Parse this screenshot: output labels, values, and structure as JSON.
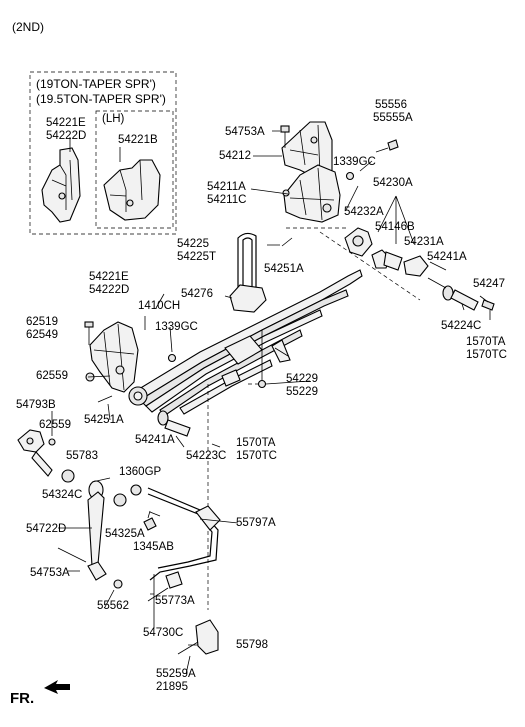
{
  "header": {
    "variant": "(2ND)"
  },
  "inset": {
    "title_line1": "(19TON-TAPER SPR')",
    "title_line2": "(19.5TON-TAPER SPR')",
    "lh_note": "(LH)"
  },
  "labels": {
    "p54221E_a": "54221E",
    "p54222D_a": "54222D",
    "p54221B": "54221B",
    "p55556": "55556",
    "p55555A": "55555A",
    "p54753A_top": "54753A",
    "p54212": "54212",
    "p1339GC_top": "1339GC",
    "p54211A": "54211A",
    "p54211C": "54211C",
    "p54230A": "54230A",
    "p54232A": "54232A",
    "p54146B": "54146B",
    "p54231A": "54231A",
    "p54225": "54225",
    "p54225T": "54225T",
    "p54251A_top": "54251A",
    "p54241A_right": "54241A",
    "p54247": "54247",
    "p54276": "54276",
    "p54221E_b": "54221E",
    "p54222D_b": "54222D",
    "p1410CH": "1410CH",
    "p1339GC_mid": "1339GC",
    "p62519": "62519",
    "p62549": "62549",
    "p54224C": "54224C",
    "p1570TA_right": "1570TA",
    "p1570TC_right": "1570TC",
    "p62559_left": "62559",
    "p54229": "54229",
    "p55229": "55229",
    "p54793B": "54793B",
    "p54251A_bot": "54251A",
    "p62559_b": "62559",
    "p54241A_bot": "54241A",
    "p1570TA_mid": "1570TA",
    "p1570TC_mid": "1570TC",
    "p54223C": "54223C",
    "p55783": "55783",
    "p1360GP": "1360GP",
    "p54324C": "54324C",
    "p55797A": "55797A",
    "p54325A": "54325A",
    "p54722D": "54722D",
    "p1345AB": "1345AB",
    "p54753A_bot": "54753A",
    "p55562": "55562",
    "p55773A": "55773A",
    "p54730C": "54730C",
    "p55798": "55798",
    "p55259A": "55259A",
    "p21895": "21895"
  },
  "footer": {
    "direction": "FR."
  }
}
